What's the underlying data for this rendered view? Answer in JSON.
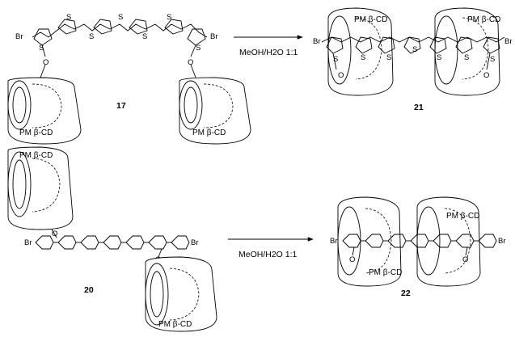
{
  "reactions": [
    {
      "reactant_number": "17",
      "product_number": "21",
      "condition": "MeOH/H2O 1:1",
      "bromine_left": "Br",
      "bromine_right": "Br",
      "sulfur": "S",
      "oxygen": "O",
      "cd_label": "PM β-CD",
      "thiophene_count": 7
    },
    {
      "reactant_number": "20",
      "product_number": "22",
      "condition": "MeOH/H2O 1:1",
      "bromine_left": "Br",
      "bromine_right": "Br",
      "oxygen": "O",
      "cd_label": "PM β-CD",
      "phenylene_count": 7
    }
  ]
}
